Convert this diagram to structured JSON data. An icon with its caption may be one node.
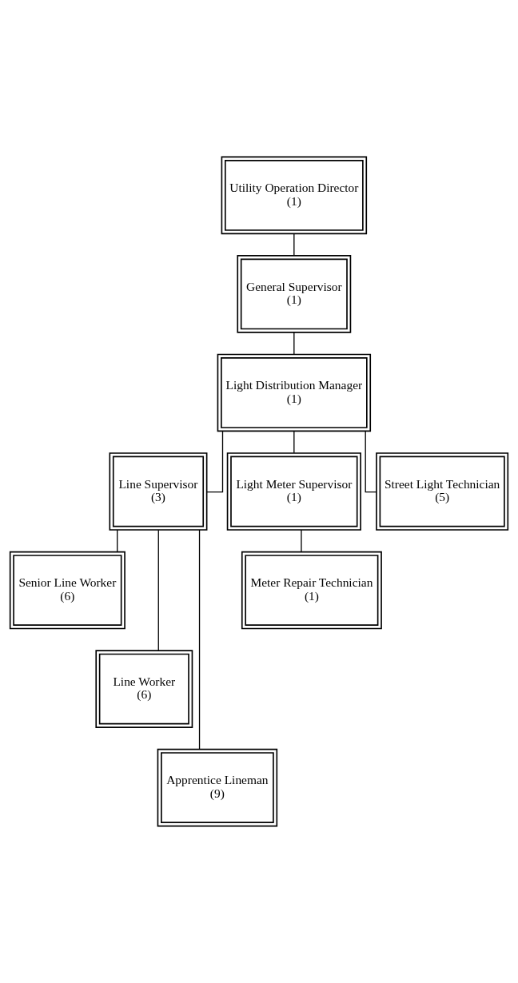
{
  "diagram": {
    "nodes": [
      {
        "text": [
          "Utility Operation Director",
          "(1)"
        ]
      },
      {
        "text": [
          "General Supervisor",
          "(1)"
        ]
      },
      {
        "text": [
          "Light Distribution Manager",
          "(1)"
        ]
      },
      {
        "text": [
          "Line Supervisor",
          "(3)"
        ]
      },
      {
        "text": [
          "Light Meter Supervisor",
          "(1)"
        ]
      },
      {
        "text": [
          "Street Light Technician",
          "(5)"
        ]
      },
      {
        "text": [
          "Senior Line Worker",
          "(6)"
        ]
      },
      {
        "text": [
          "Meter Repair Technician",
          "(1)"
        ]
      },
      {
        "text": [
          "Line Worker",
          "(6)"
        ]
      },
      {
        "text": [
          "Apprentice Lineman",
          "(9)"
        ]
      }
    ],
    "edges": [
      {
        "from": 0,
        "to": 1,
        "arrow": "none"
      },
      {
        "from": 1,
        "to": 2,
        "arrow": "none"
      },
      {
        "from": 2,
        "to": 3,
        "arrow": "none"
      },
      {
        "from": 2,
        "to": 4,
        "arrow": "none"
      },
      {
        "from": 2,
        "to": 5,
        "arrow": "none"
      },
      {
        "from": 3,
        "to": 6,
        "arrow": "none"
      },
      {
        "from": 3,
        "to": 8,
        "arrow": "none"
      },
      {
        "from": 3,
        "to": 9,
        "arrow": "none"
      },
      {
        "from": 4,
        "to": 7,
        "arrow": "none"
      }
    ]
  }
}
